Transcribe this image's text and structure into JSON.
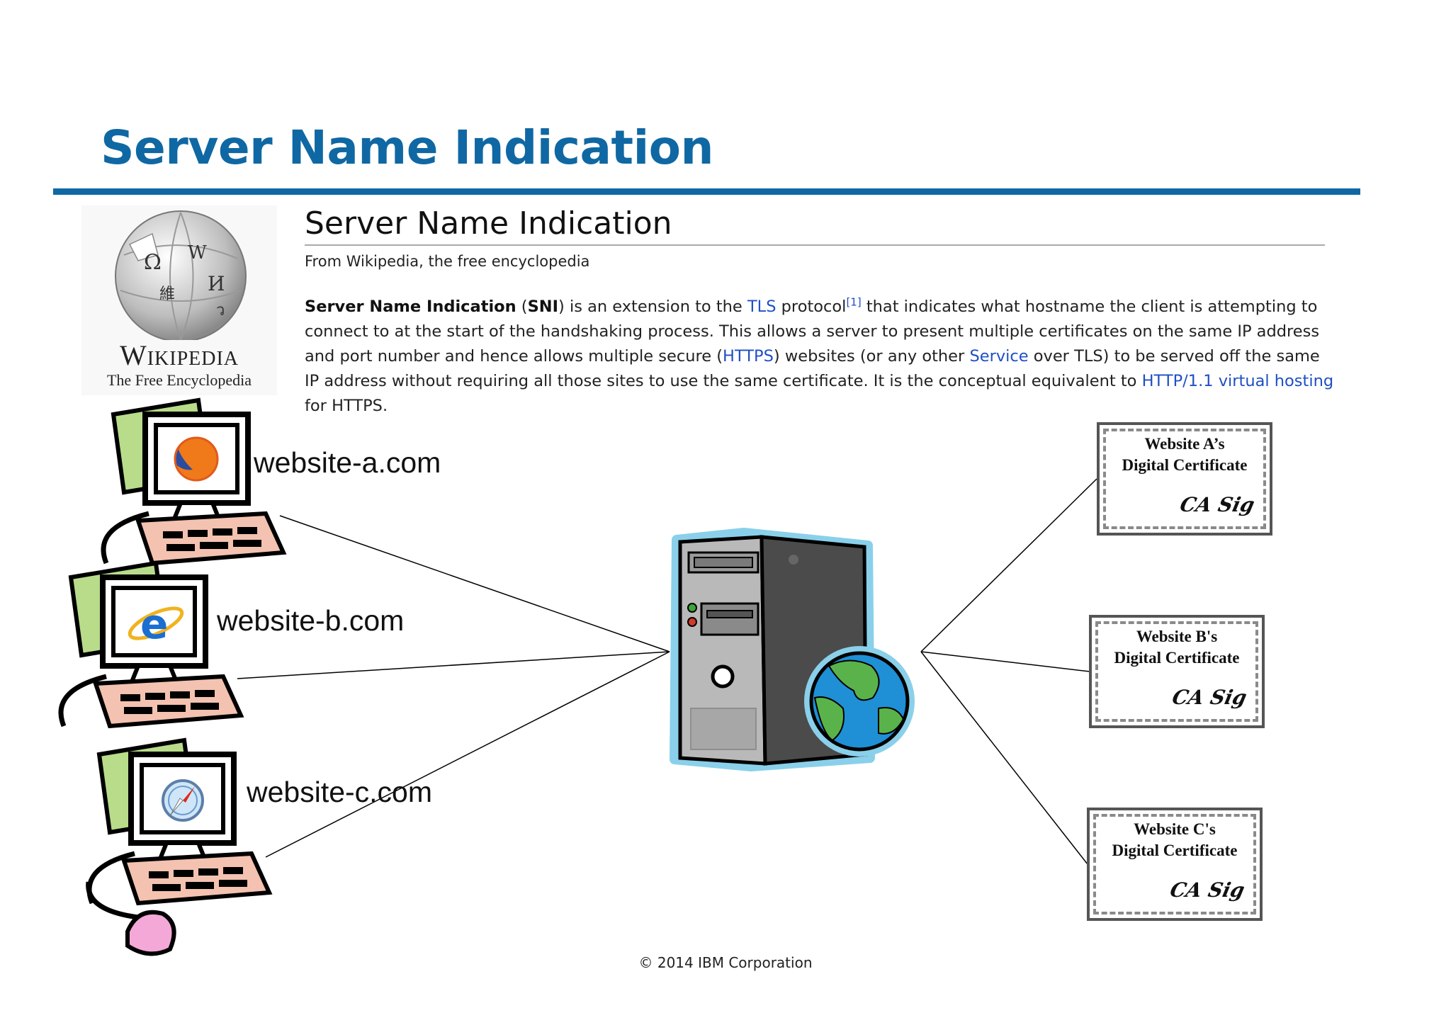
{
  "slide": {
    "title": "Server Name Indication",
    "footer": "© 2014 IBM Corporation"
  },
  "wikipedia": {
    "wordmark": "Wikipedia",
    "tagline": "The Free Encyclopedia",
    "article_title": "Server Name Indication",
    "subtitle": "From Wikipedia, the free encyclopedia",
    "body": {
      "term": "Server Name Indication",
      "abbr_open": " (",
      "abbr": "SNI",
      "t1": ") is an extension to the ",
      "link_tls": "TLS",
      "t2": " protocol",
      "ref": "[1]",
      "t3": " that indicates what hostname the client is attempting to connect to at the start of the handshaking process. This allows a server to present multiple certificates on the same IP address and port number and hence allows multiple secure (",
      "link_https": "HTTPS",
      "t4": ") websites (or any other ",
      "link_service": "Service",
      "t5": " over TLS) to be served off the same IP address without requiring all those sites to use the same certificate. It is the conceptual equivalent to ",
      "link_vhost": "HTTP/1.1 virtual hosting",
      "t6": " for HTTPS."
    }
  },
  "clients": [
    {
      "label": "website-a.com",
      "browser": "firefox-icon"
    },
    {
      "label": "website-b.com",
      "browser": "internet-explorer-icon"
    },
    {
      "label": "website-c.com",
      "browser": "safari-icon"
    }
  ],
  "server": {
    "icon": "server-with-globe-icon"
  },
  "certificates": [
    {
      "name": "Website A’s",
      "type": "Digital Certificate",
      "sig": "CA Sig"
    },
    {
      "name": "Website B's",
      "type": "Digital Certificate",
      "sig": "CA Sig"
    },
    {
      "name": "Website C's",
      "type": "Digital Certificate",
      "sig": "CA Sig"
    }
  ],
  "colors": {
    "title": "#0f68a3",
    "link": "#1f4fc4",
    "monitor_green": "#b8dc8a",
    "keyboard_pink": "#f4c2b0",
    "server_outline": "#8ad0ea",
    "globe_ocean": "#1f8fd6",
    "globe_land": "#5ab34a"
  }
}
